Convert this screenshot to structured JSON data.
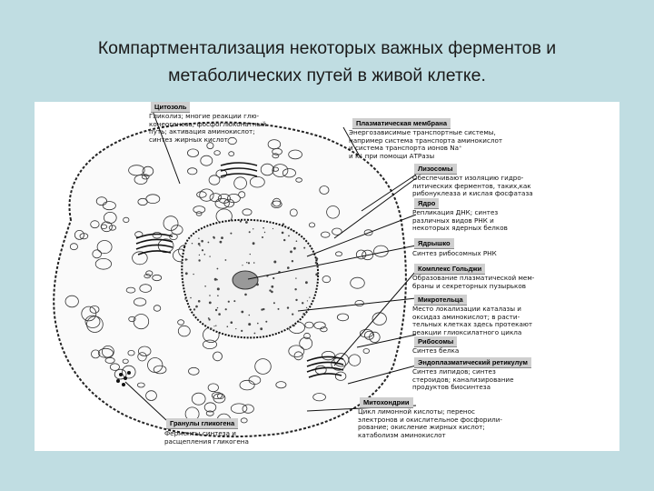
{
  "title": {
    "line1": "Компартментализация некоторых важных ферментов и",
    "line2": "метаболических путей в живой клетке."
  },
  "labels": {
    "cytosol": {
      "header": "Цитозоль",
      "lines": [
        "Гликолиз; многие реакции глю-",
        "конеогенеза; фосфоглюконатный",
        "путь; активация аминокислот;",
        "синтез жирных кислот"
      ]
    },
    "membrane": {
      "header": "Плазматическая мембрана",
      "lines": [
        "Энергозависимые транспортные системы,",
        "например система транспорта аминокислот",
        "и система транспорта ионов Na⁺",
        "и K⁺ при помощи АТРазы"
      ]
    },
    "lysosomes": {
      "header": "Лизосомы",
      "lines": [
        "Обеспечивают изоляцию гидро-",
        "литических ферментов, таких,как",
        "рибонуклеаза и кислая фосфатаза"
      ]
    },
    "nucleus": {
      "header": "Ядро",
      "lines": [
        "Репликация ДНК; синтез",
        "различных видов РНК и",
        "некоторых ядерных белков"
      ]
    },
    "nucleolus": {
      "header": "Ядрышко",
      "lines": [
        "Синтез рибосомных РНК"
      ]
    },
    "golgi": {
      "header": "Комплекс Гольджи",
      "lines": [
        "Образование плазматической мем-",
        "браны и секреторных пузырьков"
      ]
    },
    "microbodies": {
      "header": "Микротельца",
      "lines": [
        "Место локализации каталазы и",
        "оксидаз аминокислот; в расти-",
        "тельных клетках здесь протекают",
        "реакции глиоксилатного цикла"
      ]
    },
    "ribosomes": {
      "header": "Рибосомы",
      "lines": [
        "Синтез белка"
      ]
    },
    "er": {
      "header": "Эндоплазматический ретикулум",
      "lines": [
        "Синтез липидов; синтез",
        "стероидов; канализирование",
        "продуктов биосинтеза"
      ]
    },
    "mitochondria": {
      "header": "Митохондрии",
      "lines": [
        "Цикл лимонной кислоты; перенос",
        "электронов и окислительное фосфорили-",
        "рование; окисление жирных кислот;",
        "катаболизм аминокислот"
      ]
    },
    "glycogen": {
      "header": "Гранулы гликогена",
      "lines": [
        "Ферменты синтеза и",
        "расщепления гликогена"
      ]
    }
  },
  "colors": {
    "slide_bg": "#c0dde2",
    "figure_bg": "#ffffff",
    "ink": "#111111",
    "header_bg": "#cfcfcf"
  }
}
